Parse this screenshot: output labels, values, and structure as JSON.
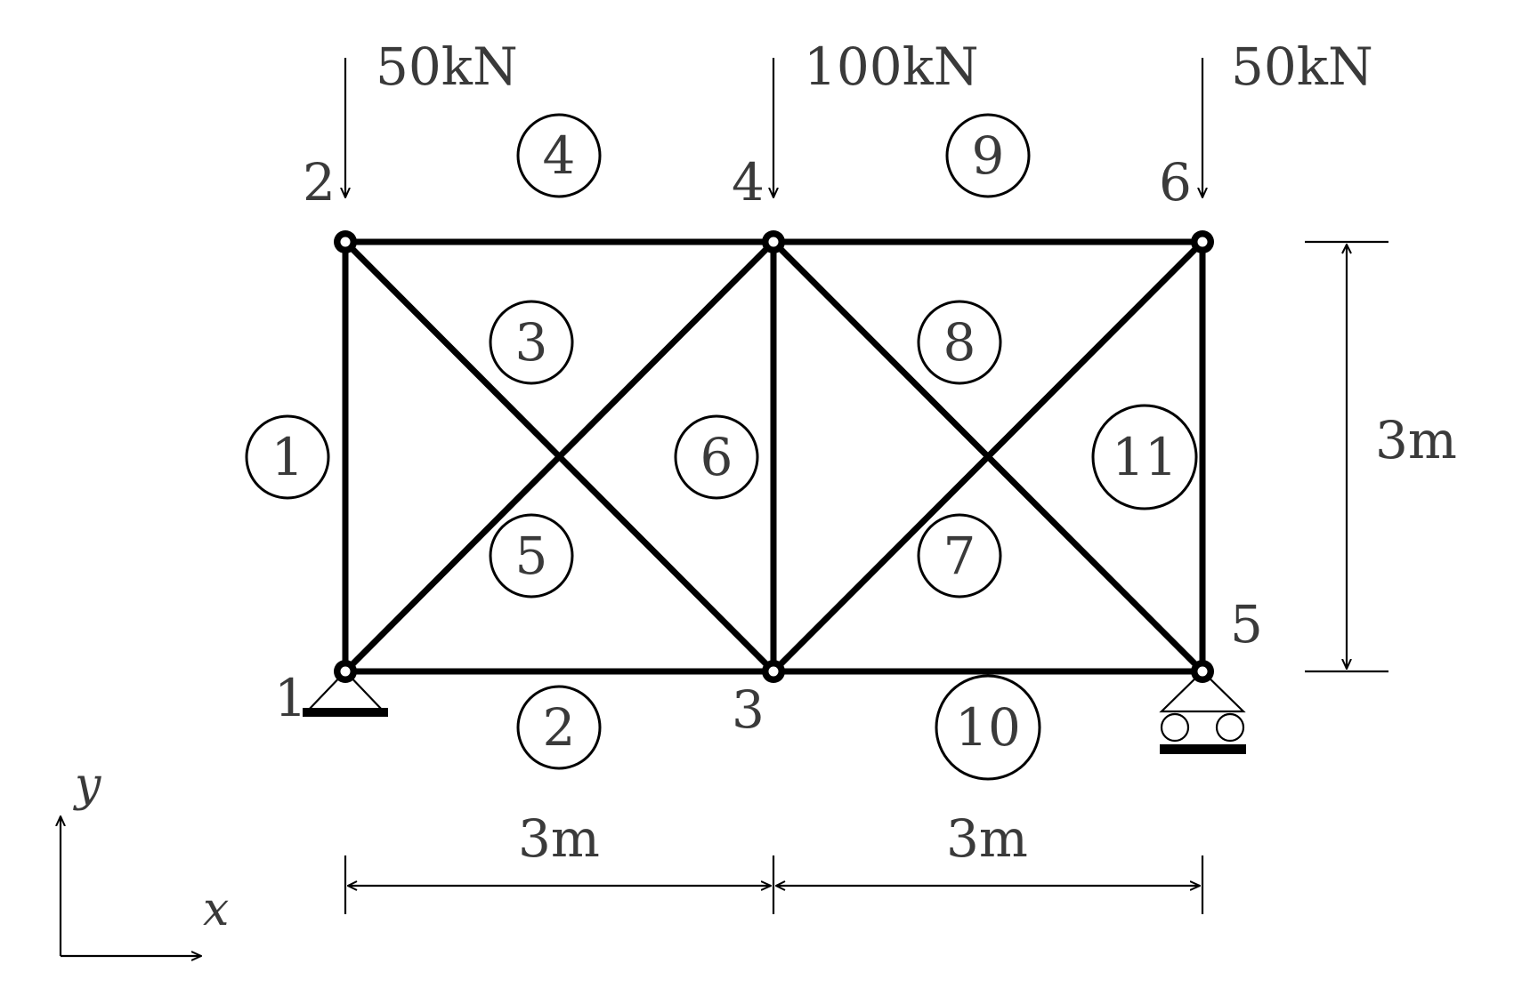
{
  "loads": [
    {
      "label": "50kN",
      "node": "2"
    },
    {
      "label": "100kN",
      "node": "4"
    },
    {
      "label": "50kN",
      "node": "6"
    }
  ],
  "nodes": [
    "1",
    "2",
    "3",
    "4",
    "5",
    "6"
  ],
  "members": [
    "1",
    "2",
    "3",
    "4",
    "5",
    "6",
    "7",
    "8",
    "9",
    "10",
    "11"
  ],
  "dimensions": {
    "span_left": "3m",
    "span_right": "3m",
    "height": "3m"
  },
  "axes": {
    "x": "x",
    "y": "y"
  },
  "supports": {
    "node1": "pin",
    "node5": "roller"
  }
}
